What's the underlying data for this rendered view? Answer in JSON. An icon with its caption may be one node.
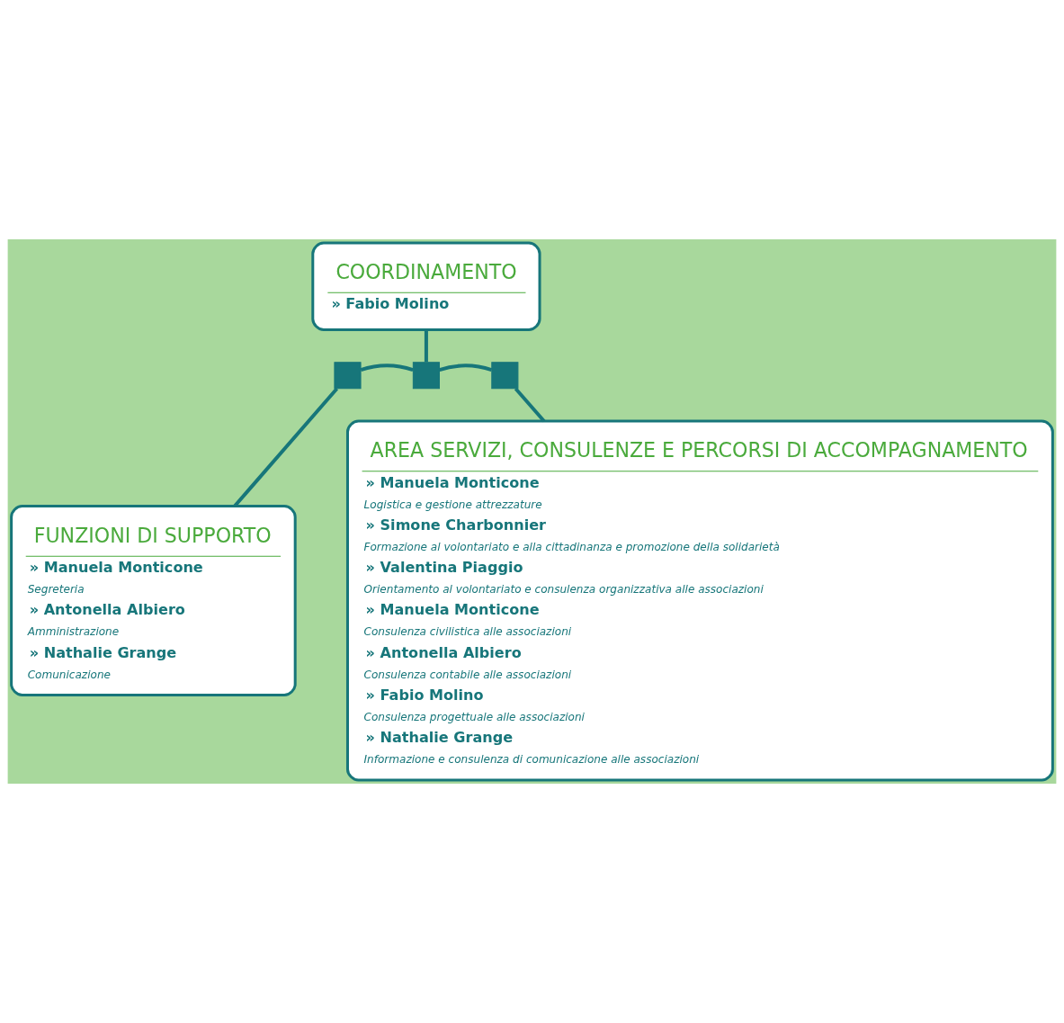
{
  "diagram": {
    "nodes": [
      {
        "text": [
          "COORDINAMENTO",
          "» Fabio Molino"
        ]
      },
      {
        "text": [],
        "shape": "box"
      },
      {
        "text": [],
        "shape": "box"
      },
      {
        "text": [],
        "shape": "box"
      },
      {
        "text": [
          "FUNZIONI DI SUPPORTO",
          "» Manuela Monticone",
          "Segreteria",
          "» Antonella Albiero",
          "Amministrazione",
          "» Nathalie Grange",
          "Comunicazione"
        ]
      },
      {
        "text": [
          "AREA SERVIZI, CONSULENZE E PERCORSI DI ACCOMPAGNAMENTO",
          "» Manuela Monticone",
          "Logistica e gestione attrezzature",
          "» Simone Charbonnier",
          "Formazione al volontariato e alla cittadinanza e promozione della solidarietà",
          "» Valentina Piaggio",
          "Orientamento al volontariato e consulenza organizzativa alle associazioni",
          "» Manuela Monticone",
          "Consulenza civilistica alle associazioni",
          "» Antonella Albiero",
          "Consulenza contabile alle associazioni",
          "» Fabio Molino",
          "Consulenza progettuale alle associazioni",
          "» Nathalie Grange",
          "Informazione e consulenza di comunicazione alle associazioni"
        ]
      }
    ],
    "edges": [
      {
        "from": 0,
        "to": 2,
        "arrow": "none"
      },
      {
        "from": 2,
        "to": 1,
        "arrow": "none"
      },
      {
        "from": 2,
        "to": 3,
        "arrow": "none"
      },
      {
        "from": 1,
        "to": 4,
        "arrow": "none"
      },
      {
        "from": 3,
        "to": 5,
        "arrow": "none"
      }
    ]
  }
}
